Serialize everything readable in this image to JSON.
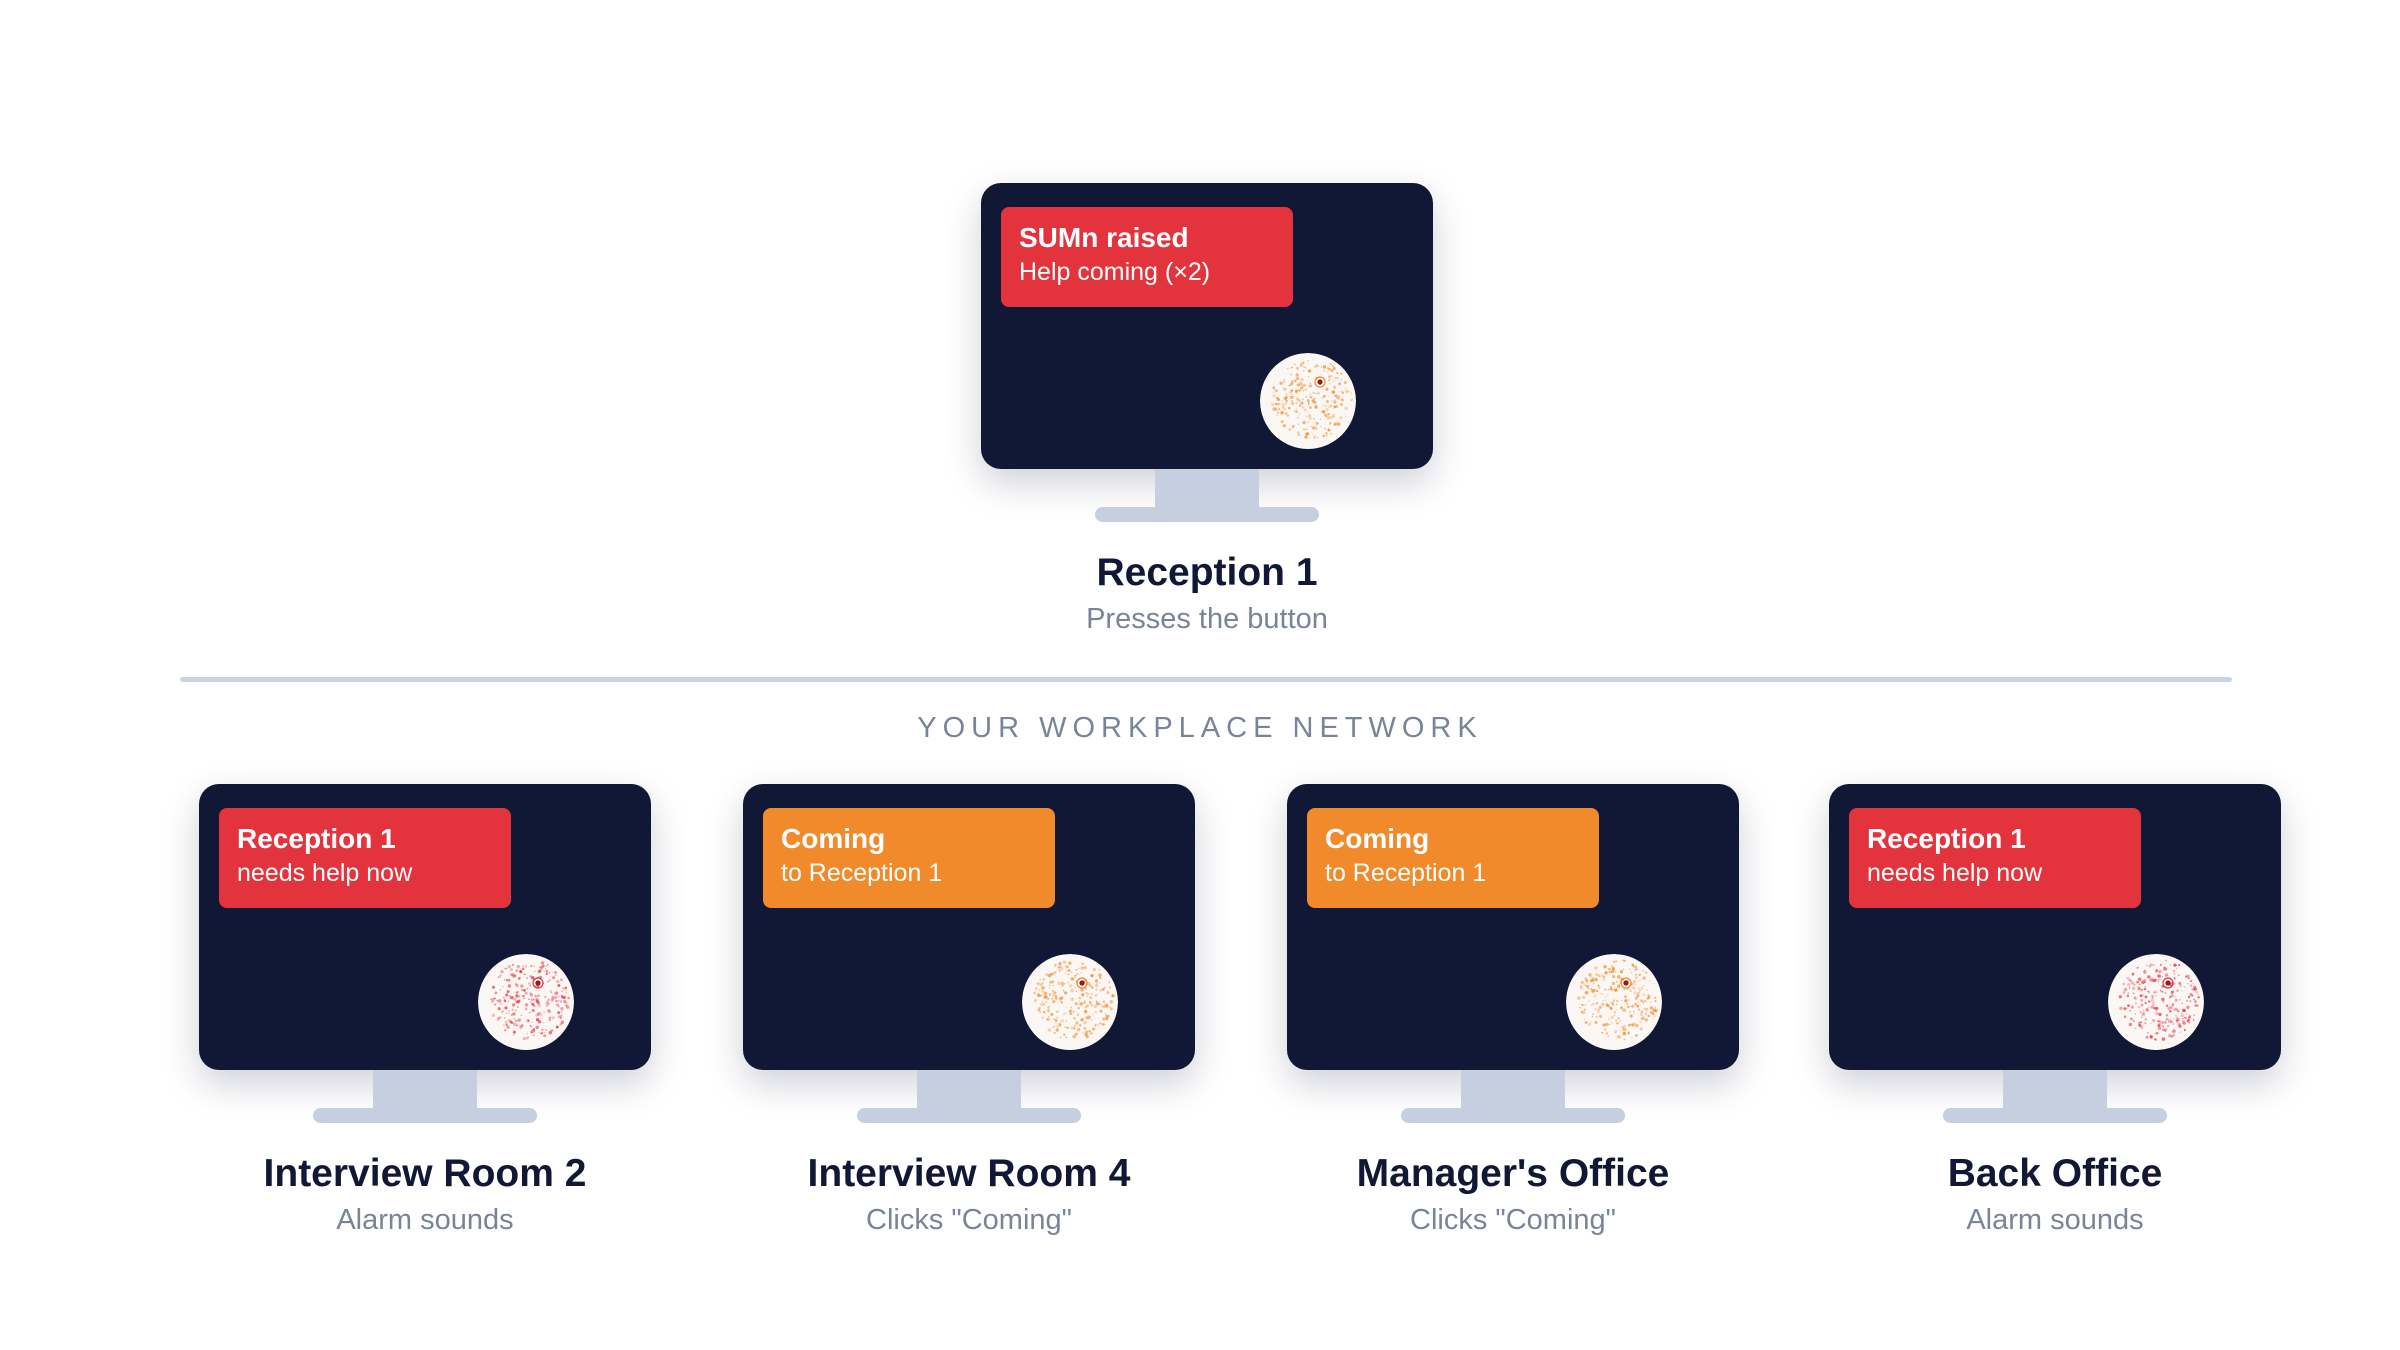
{
  "top": {
    "toast": {
      "title": "SUMn raised",
      "subtitle": "Help coming (×2)",
      "color": "#e3343d"
    },
    "name": "Reception 1",
    "action": "Presses the button",
    "orb_color": "#f08a2b"
  },
  "network_title": "YOUR WORKPLACE NETWORK",
  "devices": [
    {
      "toast": {
        "title": "Reception 1",
        "subtitle": "needs help now",
        "color": "#e3343d"
      },
      "name": "Interview Room 2",
      "action": "Alarm sounds",
      "orb_color": "#e3343d"
    },
    {
      "toast": {
        "title": "Coming",
        "subtitle": "to Reception 1",
        "color": "#f08a2b"
      },
      "name": "Interview Room 4",
      "action": "Clicks \"Coming\"",
      "orb_color": "#f08a2b"
    },
    {
      "toast": {
        "title": "Coming",
        "subtitle": "to Reception 1",
        "color": "#f08a2b"
      },
      "name": "Manager's Office",
      "action": "Clicks \"Coming\"",
      "orb_color": "#f08a2b"
    },
    {
      "toast": {
        "title": "Reception 1",
        "subtitle": "needs help now",
        "color": "#e3343d"
      },
      "name": "Back Office",
      "action": "Alarm sounds",
      "orb_color": "#e3343d"
    }
  ],
  "colors": {
    "screen": "#111835",
    "alert_red": "#e3343d",
    "coming_orange": "#f08a2b",
    "stand": "#c5cfe0",
    "divider": "#c9d4e2"
  }
}
